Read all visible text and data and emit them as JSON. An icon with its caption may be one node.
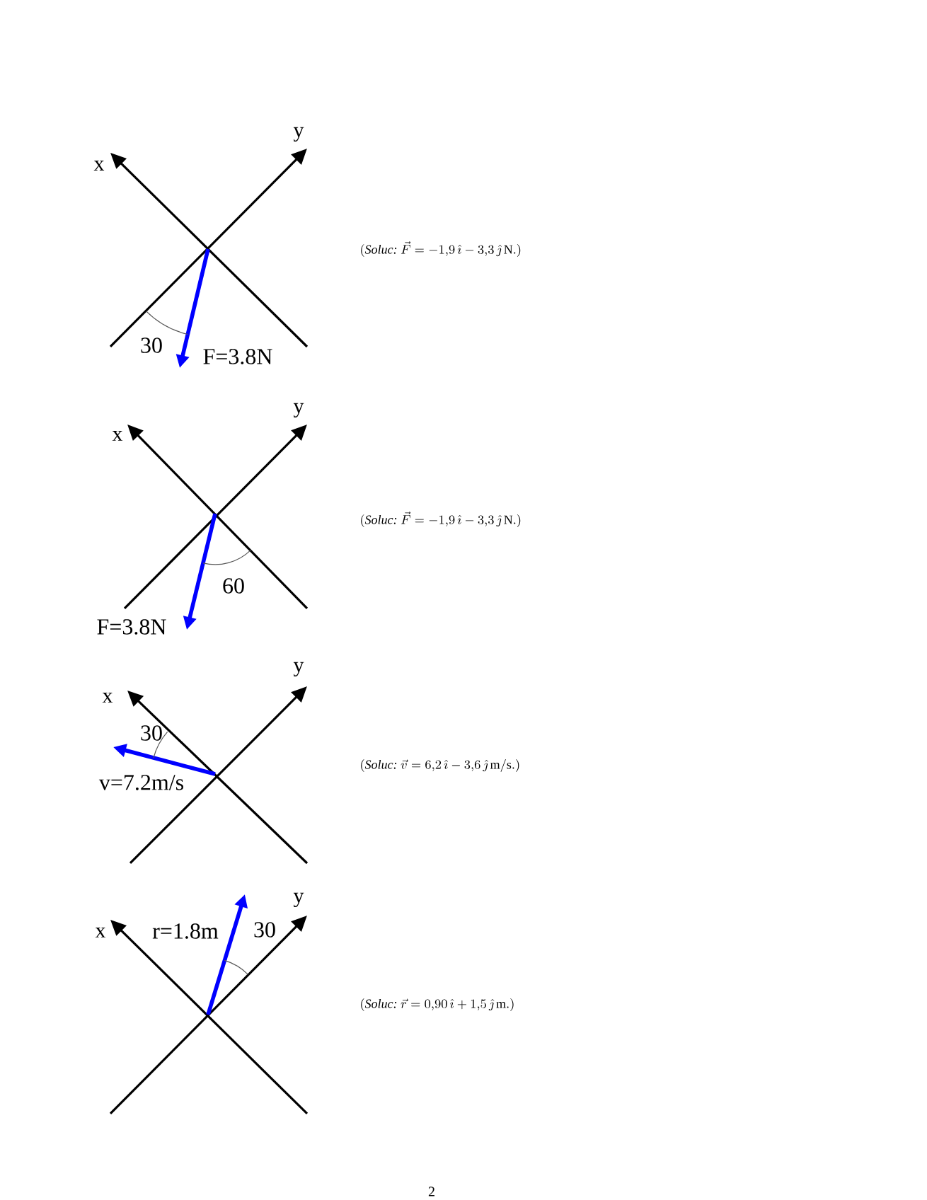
{
  "diagram": {
    "labels": [
      "x",
      "y",
      "(\\textit{Soluc:}\\ \\vec{F}=-1{,}9\\,\\hat{\\imath}-3{,}3\\,\\hat{\\jmath}\\,\\mathrm{N}.)",
      "30",
      "F=3.8N",
      "x",
      "y",
      "(\\textit{Soluc:}\\ \\vec{F}=-1{,}9\\,\\hat{\\imath}-3{,}3\\,\\hat{\\jmath}\\,\\mathrm{N}.)",
      "60",
      "F=3.8N",
      "x",
      "y",
      "(\\textit{Soluc:}\\ \\vec{v}=6{,}2\\,\\hat{\\imath}-3{,}6\\,\\hat{\\jmath}\\,\\mathrm{m/s}.)",
      "30",
      "v=7.2m/s",
      "x",
      "r=1.8m",
      "30",
      "y",
      "(\\textit{Soluc:}\\ \\vec{r}=0{,}90\\,\\hat{\\imath}+1{,}5\\,\\hat{\\jmath}\\,\\mathrm{m}.)",
      "2"
    ]
  }
}
